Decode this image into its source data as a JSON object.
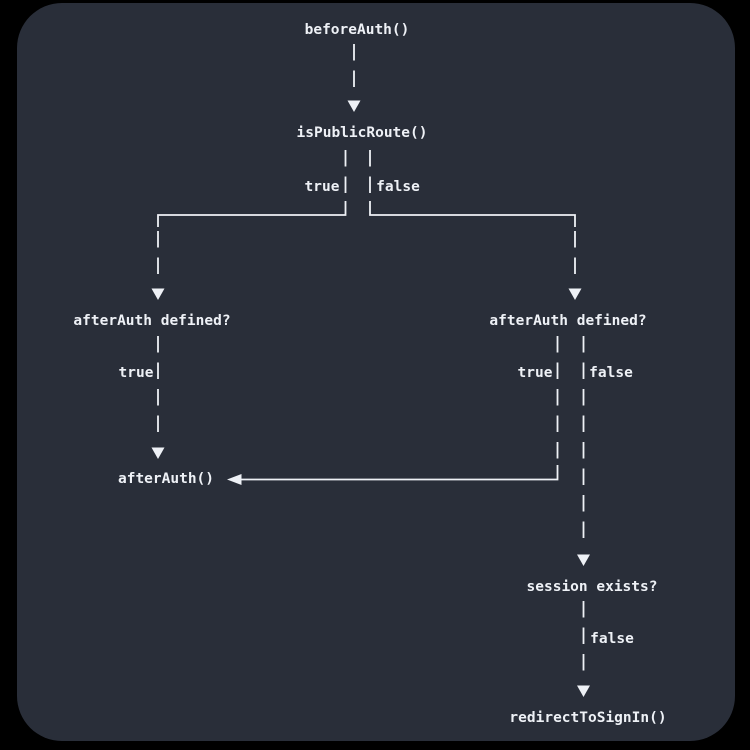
{
  "canvas": {
    "outer_background": "#000000",
    "panel_background": "#292e39",
    "line_color": "#eef1f6",
    "text_color": "#eef1f6"
  },
  "diagram": {
    "type": "flowchart",
    "nodes": {
      "before_auth": "beforeAuth()",
      "is_public_route": "isPublicRoute()",
      "after_auth_defined_left": "afterAuth defined?",
      "after_auth_defined_right": "afterAuth defined?",
      "after_auth": "afterAuth()",
      "session_exists": "session exists?",
      "redirect_to_sign_in": "redirectToSignIn()"
    },
    "edge_labels": {
      "is_public_route_true": "true",
      "is_public_route_false": "false",
      "after_auth_defined_left_true": "true",
      "after_auth_defined_right_true": "true",
      "after_auth_defined_right_false": "false",
      "session_exists_false": "false"
    }
  }
}
